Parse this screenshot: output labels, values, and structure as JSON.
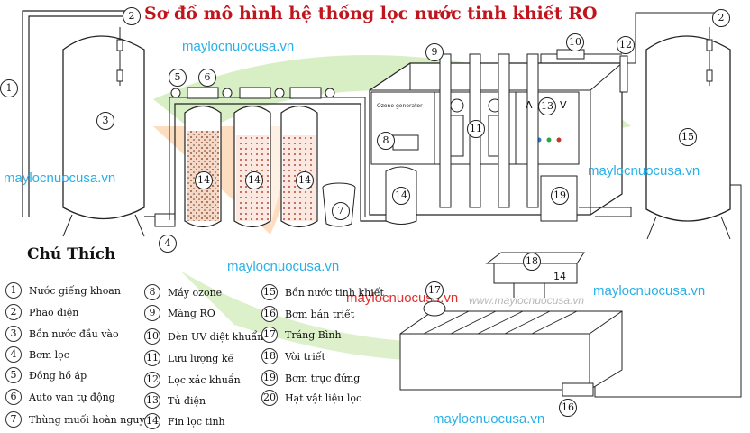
{
  "title": "Sơ đồ mô hình hệ thống lọc nước tinh khiết RO",
  "watermark": "maylocnuocusa.vn",
  "watermark_faded": "www.maylocnuocusa.vn",
  "legend_title": "Chú Thích",
  "legend": [
    {
      "num": "1",
      "label": "Nước giếng khoan"
    },
    {
      "num": "2",
      "label": "Phao điện"
    },
    {
      "num": "3",
      "label": "Bồn nước đầu vào"
    },
    {
      "num": "4",
      "label": "Bơm lọc"
    },
    {
      "num": "5",
      "label": "Đồng hồ áp"
    },
    {
      "num": "6",
      "label": "Auto van tự động"
    },
    {
      "num": "7",
      "label": "Thùng muối hoàn nguyên"
    },
    {
      "num": "8",
      "label": "Máy ozone"
    },
    {
      "num": "9",
      "label": "Màng RO"
    },
    {
      "num": "10",
      "label": "Đèn UV diệt khuẩn"
    },
    {
      "num": "11",
      "label": "Lưu lượng kế"
    },
    {
      "num": "12",
      "label": "Lọc xác khuẩn"
    },
    {
      "num": "13",
      "label": "Tủ điện"
    },
    {
      "num": "14",
      "label": "Fin lọc  tinh"
    },
    {
      "num": "15",
      "label": "Bồn nước tinh khiết"
    },
    {
      "num": "16",
      "label": "Bơm bán triết"
    },
    {
      "num": "17",
      "label": "Tráng Bình"
    },
    {
      "num": "18",
      "label": "Vòi triết"
    },
    {
      "num": "19",
      "label": "Bơm trục đứng"
    },
    {
      "num": "20",
      "label": "Hạt vật liệu lọc"
    }
  ],
  "markers": {
    "m1": "1",
    "m2a": "2",
    "m2b": "2",
    "m3": "3",
    "m4": "4",
    "m5": "5",
    "m6": "6",
    "m7": "7",
    "m8": "8",
    "m9": "9",
    "m10": "10",
    "m11": "11",
    "m12": "12",
    "m13": "13",
    "m14a": "14",
    "m14b": "14",
    "m14c": "14",
    "m14d": "14",
    "m14e": "14",
    "m15": "15",
    "m16": "16",
    "m17": "17",
    "m18": "18",
    "m19": "19"
  },
  "ozone_label": "Ozone generator",
  "panel_letters": {
    "a": "A",
    "v": "V"
  },
  "colors": {
    "title": "#c0151c",
    "watermark": "#2ab0e8",
    "logo_green": "#7cc242",
    "logo_orange": "#f39a3a"
  }
}
